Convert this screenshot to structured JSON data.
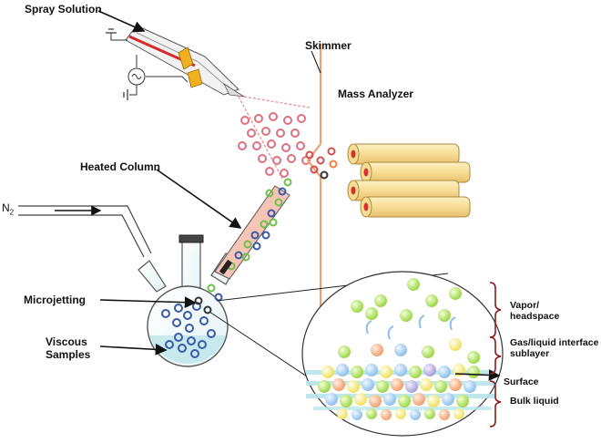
{
  "labels": {
    "spray_solution": "Spray Solution",
    "skimmer": "Skimmer",
    "mass_analyzer": "Mass Analyzer",
    "heated_column": "Heated Column",
    "n2_main": "N",
    "n2_sub": "2",
    "microjetting": "Microjetting",
    "viscous_samples": "Viscous Samples",
    "vapor_headspace": "Vapor/ headspace",
    "gas_liquid": "Gas/liquid interface sublayer",
    "surface": "Surface",
    "bulk_liquid": "Bulk liquid"
  },
  "colors": {
    "skimmer": "#f0a070",
    "rods": "#f7dd94",
    "rod_outline": "#c8a24a",
    "rod_tip": "#d83030",
    "droplet_pink": "#e58a92",
    "droplet_green": "#6fc04a",
    "droplet_blue": "#3a5aa8",
    "liquid": "#cdeef2",
    "bracket": "#8a1c1c"
  }
}
